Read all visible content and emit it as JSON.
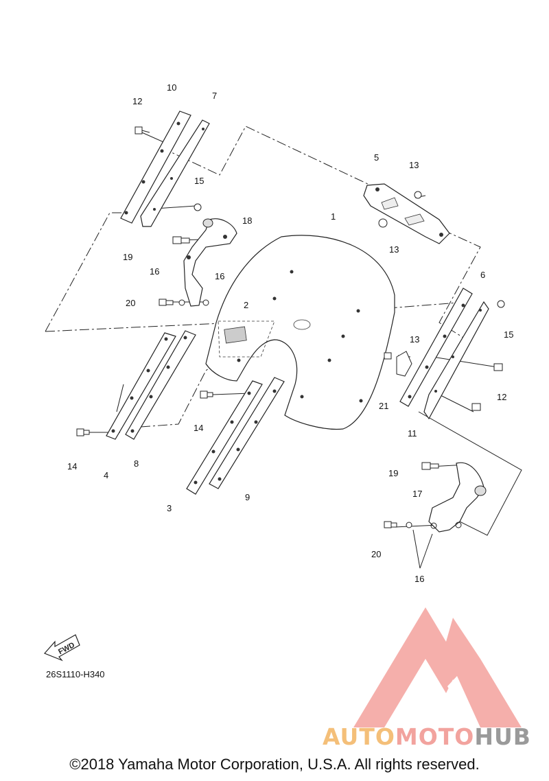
{
  "diagram": {
    "part_labels": [
      {
        "id": "1",
        "text": "1"
      },
      {
        "id": "2",
        "text": "2"
      },
      {
        "id": "3",
        "text": "3"
      },
      {
        "id": "4",
        "text": "4"
      },
      {
        "id": "5",
        "text": "5"
      },
      {
        "id": "6",
        "text": "6"
      },
      {
        "id": "7",
        "text": "7"
      },
      {
        "id": "8",
        "text": "8"
      },
      {
        "id": "9",
        "text": "9"
      },
      {
        "id": "10",
        "text": "10"
      },
      {
        "id": "11",
        "text": "11"
      },
      {
        "id": "12a",
        "text": "12"
      },
      {
        "id": "12b",
        "text": "12"
      },
      {
        "id": "13a",
        "text": "13"
      },
      {
        "id": "13b",
        "text": "13"
      },
      {
        "id": "13c",
        "text": "13"
      },
      {
        "id": "14a",
        "text": "14"
      },
      {
        "id": "14b",
        "text": "14"
      },
      {
        "id": "15a",
        "text": "15"
      },
      {
        "id": "15b",
        "text": "15"
      },
      {
        "id": "16a",
        "text": "16"
      },
      {
        "id": "16b",
        "text": "16"
      },
      {
        "id": "16c",
        "text": "16"
      },
      {
        "id": "17",
        "text": "17"
      },
      {
        "id": "18",
        "text": "18"
      },
      {
        "id": "19a",
        "text": "19"
      },
      {
        "id": "19b",
        "text": "19"
      },
      {
        "id": "20a",
        "text": "20"
      },
      {
        "id": "20b",
        "text": "20"
      },
      {
        "id": "21",
        "text": "21"
      }
    ],
    "fwd_label": "FWD",
    "reference_code": "26S1110-H340",
    "copyright": "©2018 Yamaha Motor Corporation, U.S.A. All rights reserved."
  },
  "watermark": {
    "part1": "AUTO",
    "part2": "MOTO",
    "part3": "HUB",
    "colors": {
      "auto": "#f4bf79",
      "moto": "#f2a39e",
      "hub": "#9a9a9a",
      "logo": "#f4a29d"
    }
  }
}
